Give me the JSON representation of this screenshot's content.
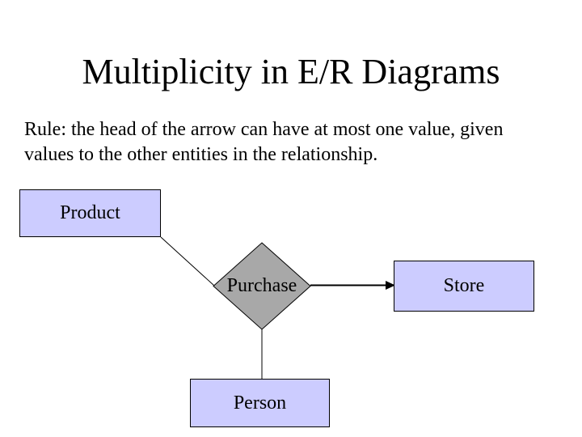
{
  "slide": {
    "title": "Multiplicity in E/R Diagrams",
    "rule_lines": [
      "Rule: the head of the arrow can have at most one value, given",
      "values to the other entities in the relationship."
    ]
  },
  "diagram": {
    "entities": [
      {
        "id": "product",
        "label": "Product",
        "shape": "rectangle"
      },
      {
        "id": "store",
        "label": "Store",
        "shape": "rectangle"
      },
      {
        "id": "person",
        "label": "Person",
        "shape": "rectangle"
      }
    ],
    "relationship": {
      "id": "purchase",
      "label": "Purchase",
      "shape": "diamond"
    },
    "connections": [
      {
        "from": "Product",
        "to": "Purchase",
        "type": "line"
      },
      {
        "from": "Purchase",
        "to": "Store",
        "type": "arrow"
      },
      {
        "from": "Purchase",
        "to": "Person",
        "type": "line"
      }
    ],
    "colors": {
      "entity_fill": "#ccccff",
      "relationship_fill": "#a8a8a8",
      "line": "#000000"
    }
  }
}
